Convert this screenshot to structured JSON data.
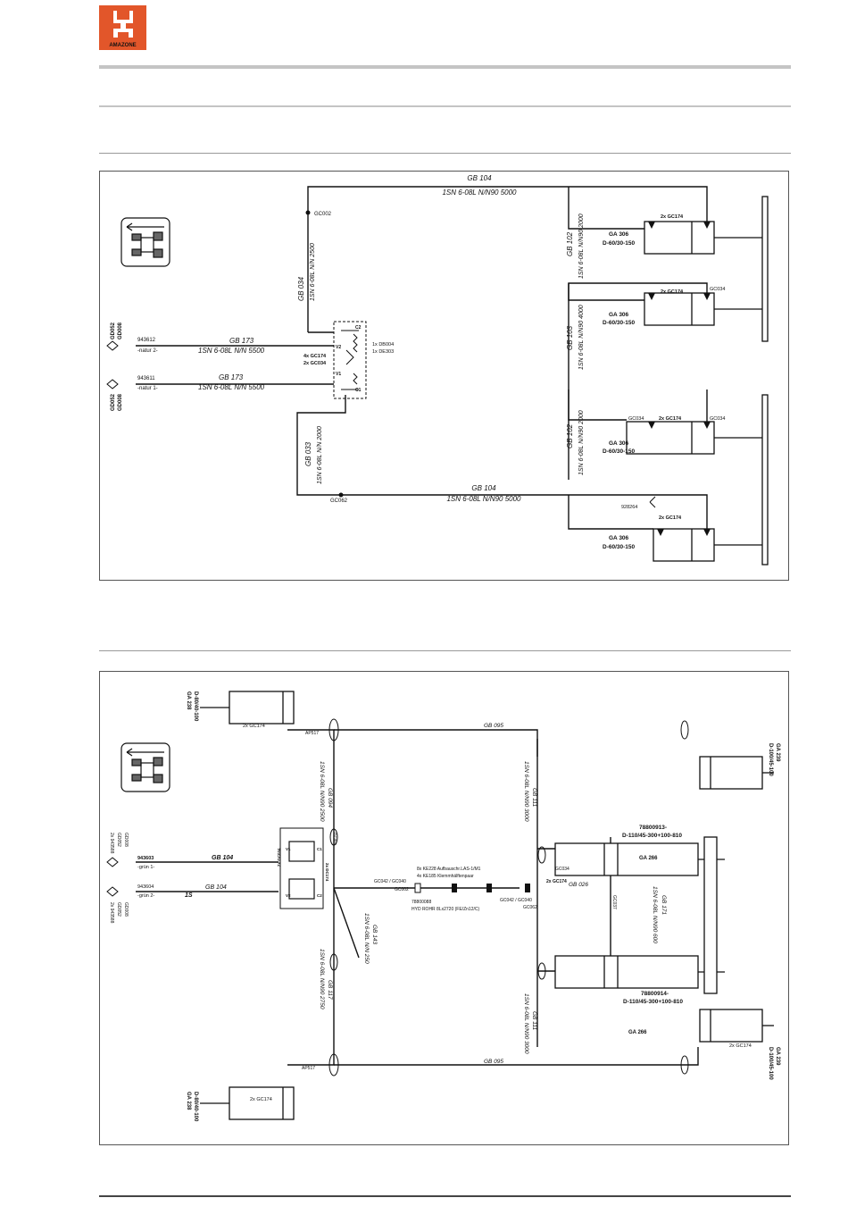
{
  "logo": {
    "brand": "AMAZONE",
    "color": "#e2562a"
  },
  "diagram1": {
    "hose_top": "GB 104",
    "hose_top_spec": "1SN 6-08L N/N90 5000",
    "hose_bottom": "GB 104",
    "hose_bottom_spec": "1SN 6-08L N/N90 5000",
    "left_vertical_top": "GB 034",
    "left_vertical_top_spec": "1SN 6-08L N/N 2500",
    "left_vertical_bottom": "GB 033",
    "left_vertical_bottom_spec": "1SN 6-08L N/N 2000",
    "fitting_top": "GC002",
    "fitting_bottom": "GC062",
    "inlet2_code": "943612",
    "inlet2_label": "-natur 2-",
    "inlet2_coupling_a": "GD052",
    "inlet2_coupling_b": "GD008",
    "inlet1_code": "943611",
    "inlet1_label": "-natur 1-",
    "inlet1_coupling_a": "GD052",
    "inlet1_coupling_b": "GD008",
    "line1": "GB 173",
    "line1_spec": "1SN 6-08L N/N 5500",
    "line2": "GB 173",
    "line2_spec": "1SN 6-08L N/N 5500",
    "valve_note1": "4x GC174",
    "valve_note2": "2x GC034",
    "valve_ref1": "1x DB004",
    "valve_ref2": "1x DE303",
    "port_v1": "V1",
    "port_v2": "V2",
    "port_c1": "C1",
    "port_c2": "C2",
    "hose_r1": "GB 102",
    "hose_r1_spec": "1SN 6-08L N/N90 2000",
    "hose_r2": "GB 103",
    "hose_r2_spec": "1SN 6-08L N/N90 4000",
    "hose_r3": "GB 102",
    "hose_r3_spec": "1SN 6-08L N/N90 2000",
    "cyl_name": "GA 306",
    "cyl_spec": "D-60/30-150",
    "cyl_fitting": "2x GC174",
    "cyl_gc034": "GC034",
    "restrictor": "928264"
  },
  "diagram2": {
    "top_hose": "GB 095",
    "bottom_hose": "GB 095",
    "left_vertical_top": "GB 094",
    "left_vertical_top_spec": "1SN 6-08L N/N90 2500",
    "left_vertical_bottom": "GB 117",
    "left_vertical_bottom_spec": "1SN 6-08L N/N90 2750",
    "mid_vertical": "GB 143",
    "mid_vertical_spec": "1SN 6-08L N/N 250",
    "right_vertical_top": "GB 111",
    "right_vertical_top_spec": "1SN 6-08L N/N90 3000",
    "right_vertical_bottom": "GB 111",
    "right_vertical_bottom_spec": "1SN 6-08L N/N90 3000",
    "inner_vertical": "GB 171",
    "inner_vertical_spec": "1SN 6-08L N/N90 600",
    "inlet1_code": "943603",
    "inlet1_label": "-grün 1-",
    "inlet2_code": "943604",
    "inlet2_label": "-grün 2-",
    "coupling_a": "GD052",
    "coupling_b": "GD008",
    "coupling_note1": "2x 943588",
    "coupling_note2": "2x 943588",
    "line1": "GB 104",
    "line2": "GB 104",
    "line2_prefix": "1S",
    "ap517": "AP517",
    "cyl_left_top": "GA 238",
    "cyl_left_top_spec": "D-80/40-100",
    "cyl_left_bottom": "GA 238",
    "cyl_left_bottom_spec": "D-80/40-100",
    "cyl_right_top": "GA 239",
    "cyl_right_top_spec": "D-100/45-100",
    "cyl_right_bottom": "GA 239",
    "cyl_right_bottom_spec": "D-100/45-100",
    "fitting_2xgc174": "2x GC174",
    "gc034": "GC034",
    "big_cyl_top": "78800913-",
    "big_cyl_top_spec": "D-110/45-300+100-810",
    "big_cyl_bottom": "78800914-",
    "big_cyl_bottom_spec": "D-110/45-300+100-810",
    "ga266": "GA 266",
    "note_line1": "8x KE228 Aufbauschr.LAS-1/M1",
    "note_line2": "4x KE185 Klemmhälftenpaar",
    "pipe_code": "78800088",
    "pipe_desc": "HYD ROHR 8Lx2720 (FE/Zn12/C)",
    "gc042_a": "GC042 / GC040",
    "gc042_b": "GC042 / GC040",
    "gc002": "GC002",
    "gc062": "GC062",
    "gb026": "GB 026",
    "gc037": "GC037",
    "valve_v1": "V1",
    "valve_v2": "V2",
    "valve_c1": "C1",
    "valve_c2": "C2",
    "valve_gc174": "2x GC174",
    "valve_gc034": "2x GC034",
    "valve_gc001": "GC001",
    "valve_dc174": "2x DC174"
  }
}
